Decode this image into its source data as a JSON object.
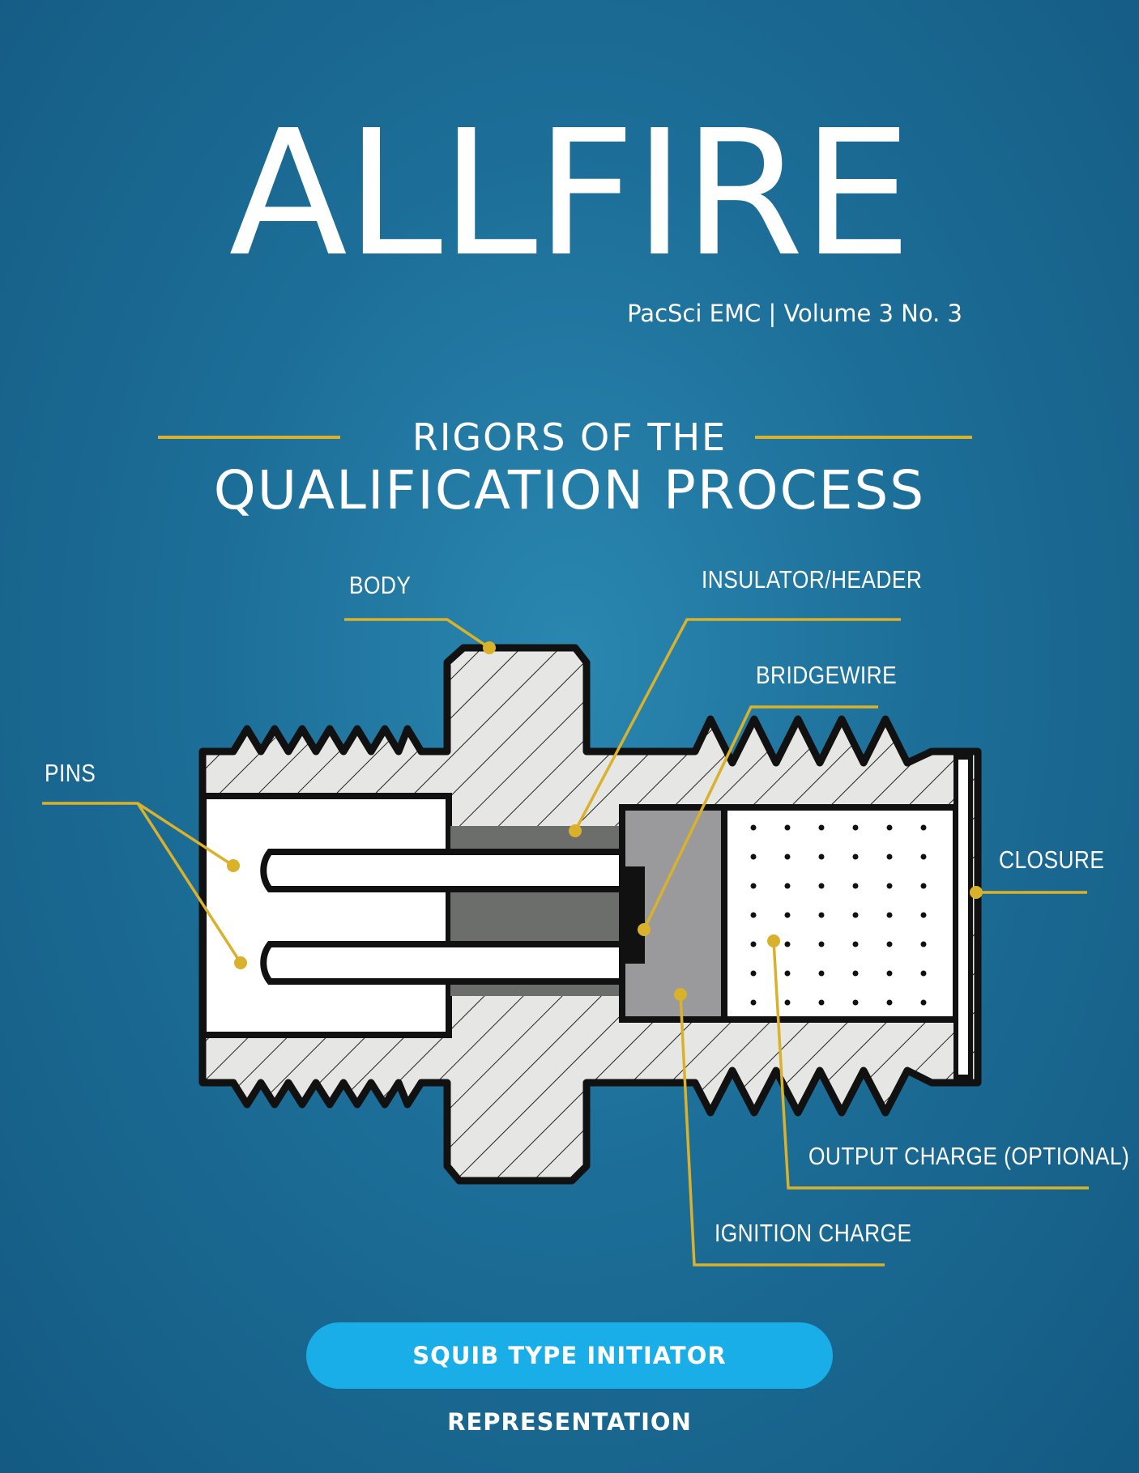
{
  "masthead": {
    "title": "ALLFIRE",
    "issue_line": "PacSci EMC | Volume 3 No. 3"
  },
  "headline": {
    "line1": "RIGORS OF THE",
    "line2": "QUALIFICATION PROCESS"
  },
  "diagram": {
    "labels": {
      "body": "BODY",
      "insulator": "INSULATOR/HEADER",
      "bridgewire": "BRIDGEWIRE",
      "pins": "PINS",
      "closure": "CLOSURE",
      "output_charge": "OUTPUT CHARGE (OPTIONAL)",
      "ignition_charge": "IGNITION CHARGE"
    },
    "callout_color": "#d9b12b"
  },
  "badge": {
    "text": "SQUIB TYPE INITIATOR REPRESENTATION",
    "color": "#1aaee8"
  }
}
